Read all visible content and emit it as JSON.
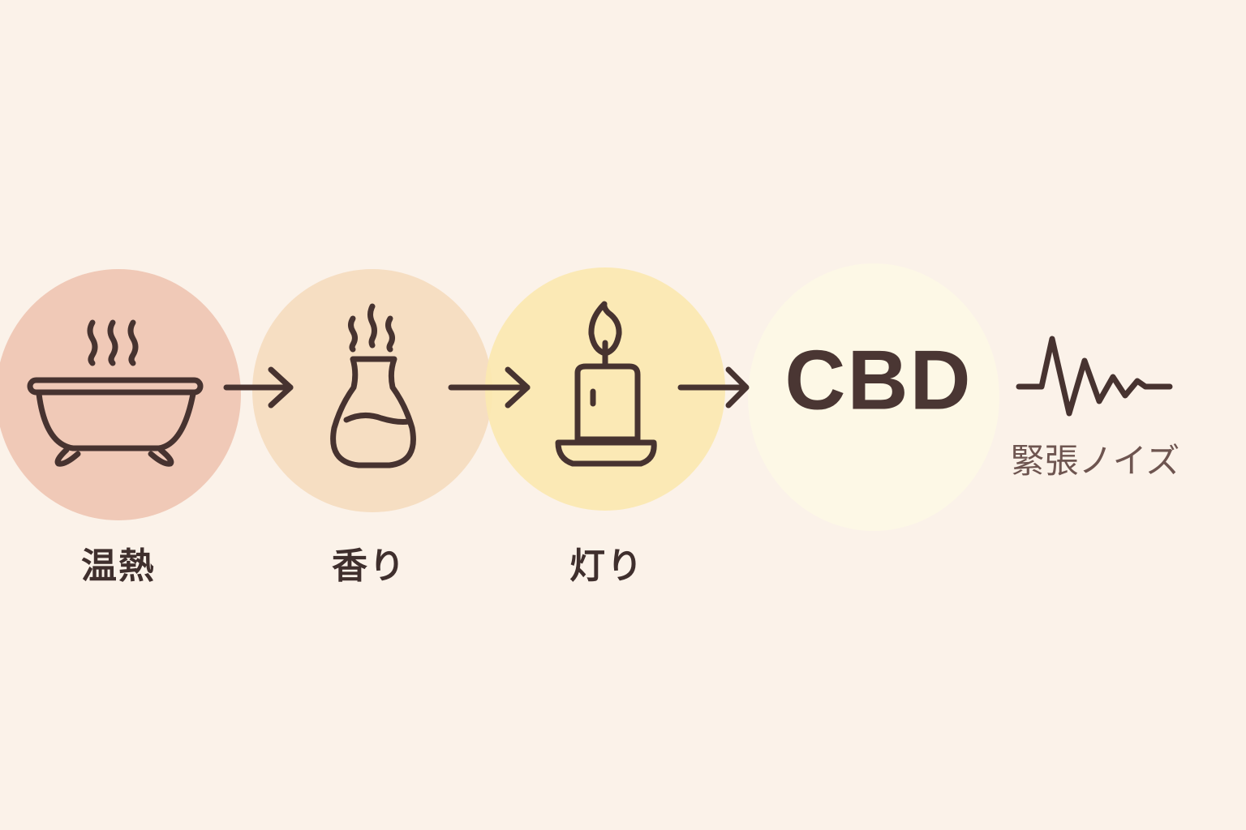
{
  "colors": {
    "background": "#fbf2e9",
    "stroke": "#473330",
    "circle_heat": "#f0c9b7",
    "circle_scent": "#f6dcc0",
    "circle_light": "#fbe8b0",
    "circle_cbd": "#fdf8e6"
  },
  "steps": [
    {
      "label": "温熱",
      "icon": "bathtub-steam-icon"
    },
    {
      "label": "香り",
      "icon": "aroma-diffuser-icon"
    },
    {
      "label": "灯り",
      "icon": "candle-icon"
    }
  ],
  "cbd": {
    "label": "CBD"
  },
  "noise": {
    "label": "緊張ノイズ",
    "icon": "tension-wave-icon"
  }
}
